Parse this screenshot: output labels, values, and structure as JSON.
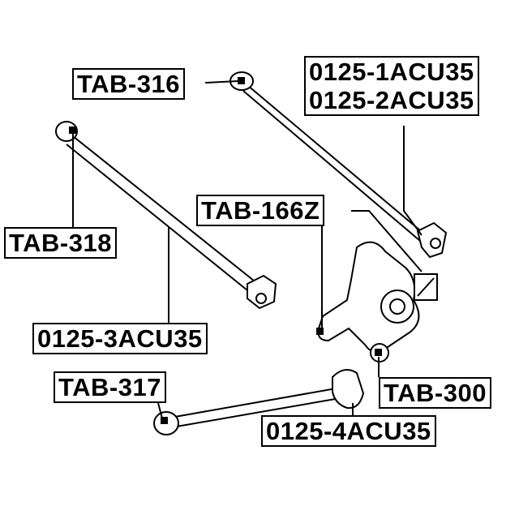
{
  "labels": {
    "tab316": "TAB-316",
    "acu35_1": "0125-1ACU35",
    "acu35_2": "0125-2ACU35",
    "tab166z": "TAB-166Z",
    "tab318": "TAB-318",
    "acu35_3": "0125-3ACU35",
    "tab317": "TAB-317",
    "tab300": "TAB-300",
    "acu35_4": "0125-4ACU35"
  }
}
